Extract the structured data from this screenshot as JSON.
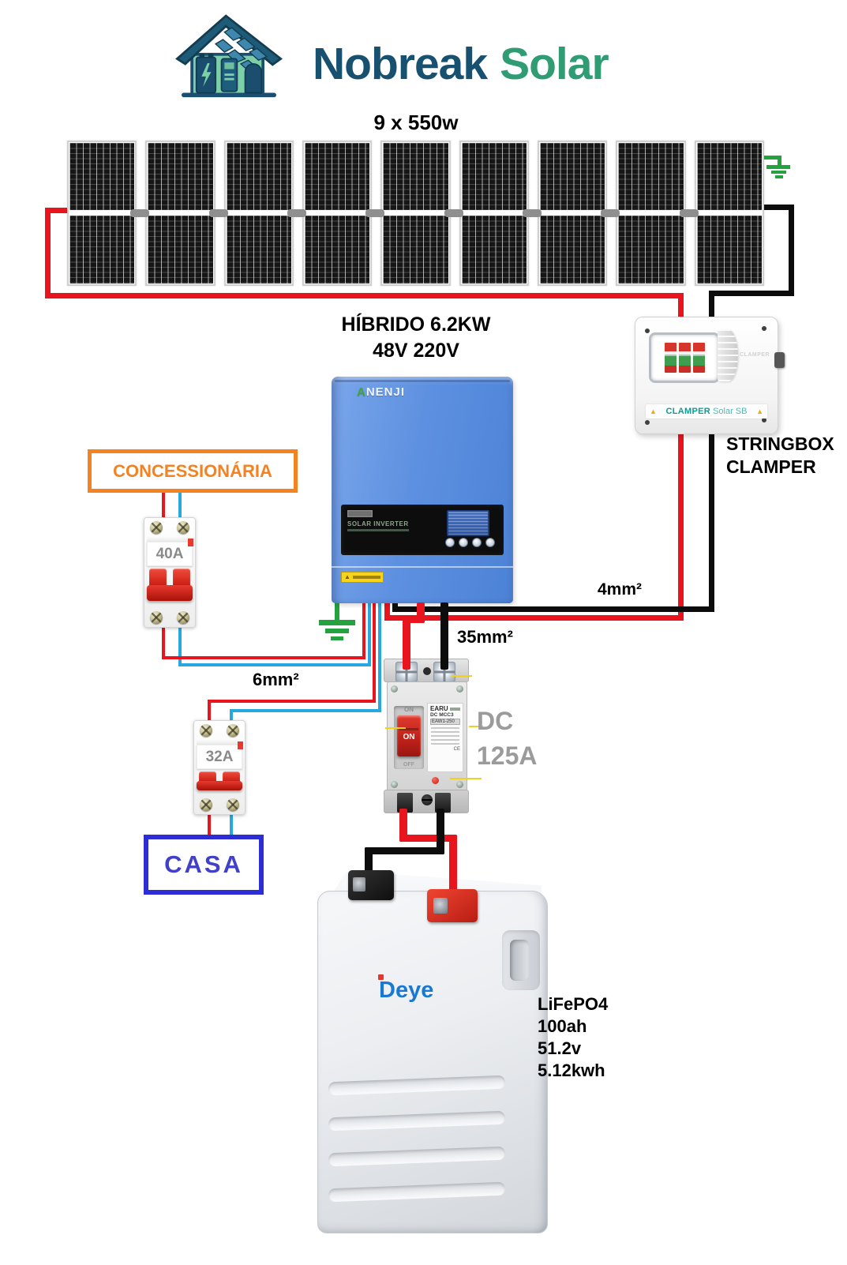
{
  "header": {
    "brand_primary": "Nobreak",
    "brand_secondary": "Solar"
  },
  "array": {
    "label": "9 x 550w",
    "panel_count": 9
  },
  "inverter": {
    "title_line1": "HÍBRIDO 6.2KW",
    "title_line2": "48V 220V",
    "brand_initial": "A",
    "brand_rest": "NENJI",
    "panel_title": "SOLAR INVERTER"
  },
  "stringbox": {
    "caption_line1": "STRINGBOX",
    "caption_line2": "CLAMPER",
    "brand": "CLAMPER",
    "model": " Solar SB",
    "watermark": "CLAMPER"
  },
  "utility": {
    "label": "CONCESSIONÁRIA",
    "breaker_label": "40A"
  },
  "house": {
    "label": "CASA",
    "breaker_label": "32A"
  },
  "dc_breaker": {
    "brand": "EARU",
    "model": "DC MCC3",
    "series": "EAW1-250",
    "on_label": "ON",
    "off_label": "OFF",
    "caption_line1": "DC",
    "caption_line2": "125A"
  },
  "battery": {
    "brand": "Deye",
    "specs": [
      "LiFePO4",
      "100ah",
      "51.2v",
      "5.12kwh"
    ]
  },
  "wire_labels": {
    "pv_gauge": "4mm²",
    "battery_gauge": "35mm²",
    "ac_gauge": "6mm²"
  },
  "colors": {
    "wire_red": "#e8141e",
    "wire_blue": "#29a8e0",
    "wire_black": "#0c0c0c",
    "ground_green": "#23a23f",
    "utility_orange": "#f58220",
    "house_blue": "#2d2dd5",
    "brand_navy": "#17516f",
    "brand_green": "#2f9c74",
    "clamper_teal": "#0e9b94",
    "deye_blue": "#1878d2"
  }
}
